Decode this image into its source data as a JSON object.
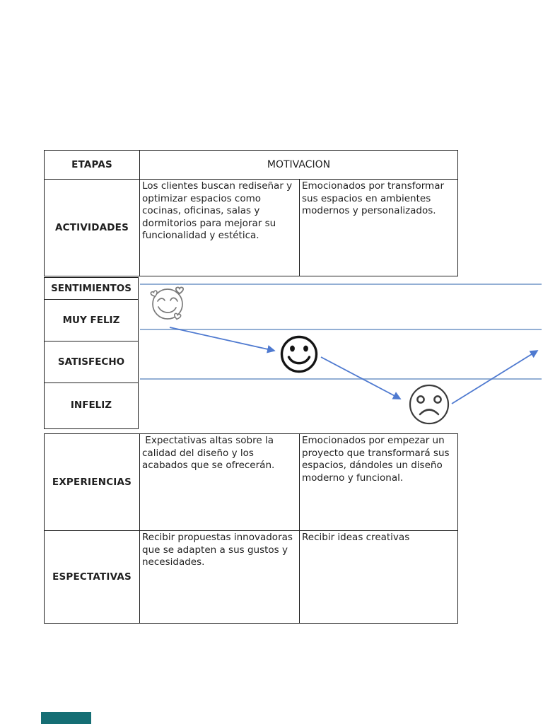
{
  "header": {
    "etapas": "ETAPAS",
    "motivacion": "MOTIVACION"
  },
  "actividades": {
    "label": "ACTIVIDADES",
    "cell1": "Los clientes buscan rediseñar y optimizar espacios como cocinas, oficinas, salas y dormitorios para mejorar su funcionalidad y estética.",
    "cell2": "Emocionados por transformar sus espacios en ambientes modernos y personalizados."
  },
  "sentimientos": {
    "label": "SENTIMIENTOS",
    "muy_feliz": "MUY FELIZ",
    "satisfecho": "SATISFECHO",
    "infeliz": "INFELIZ"
  },
  "experiencias": {
    "label": "EXPERIENCIAS",
    "cell1": " Expectativas altas sobre la calidad del diseño y los acabados que se ofrecerán.",
    "cell2": "Emocionados por empezar un proyecto que transformará sus espacios, dándoles un diseño moderno y funcional."
  },
  "espectativas": {
    "label": "ESPECTATIVAS",
    "cell1": "Recibir propuestas innovadoras que se adapten a sus gustos y necesidades.",
    "cell2": "Recibir ideas creativas"
  },
  "icons": {
    "muy_feliz": "heart-eyes-face-icon",
    "satisfecho": "smiley-face-icon",
    "infeliz": "sad-face-icon",
    "arrows": "blue-trend-arrow-icon"
  },
  "colors": {
    "table_border": "#1f1f1f",
    "sentiment_guide_line": "#93afd4",
    "arrow_blue": "#4f7ad0",
    "sketch_face_gray": "#7a7a7a",
    "bold_face_black": "#141414",
    "next_page_accent": "#156e74"
  },
  "chart_data": {
    "type": "line",
    "title": "SENTIMIENTOS (curva de emociones del cliente)",
    "y_levels_top_to_bottom": [
      "MUY FELIZ",
      "SATISFECHO",
      "INFELIZ"
    ],
    "points": [
      {
        "order": 1,
        "sentiment": "MUY FELIZ",
        "marker": "heart-eyes-face"
      },
      {
        "order": 2,
        "sentiment": "SATISFECHO",
        "marker": "smiley-face"
      },
      {
        "order": 3,
        "sentiment": "INFELIZ",
        "marker": "sad-face"
      },
      {
        "order": 4,
        "sentiment": "SATISFECHO",
        "marker": "arrow-rising-offpage"
      }
    ],
    "values": [
      3,
      2,
      1,
      2
    ],
    "grid": "3 horizontal light-blue guide lines",
    "legend": false
  }
}
